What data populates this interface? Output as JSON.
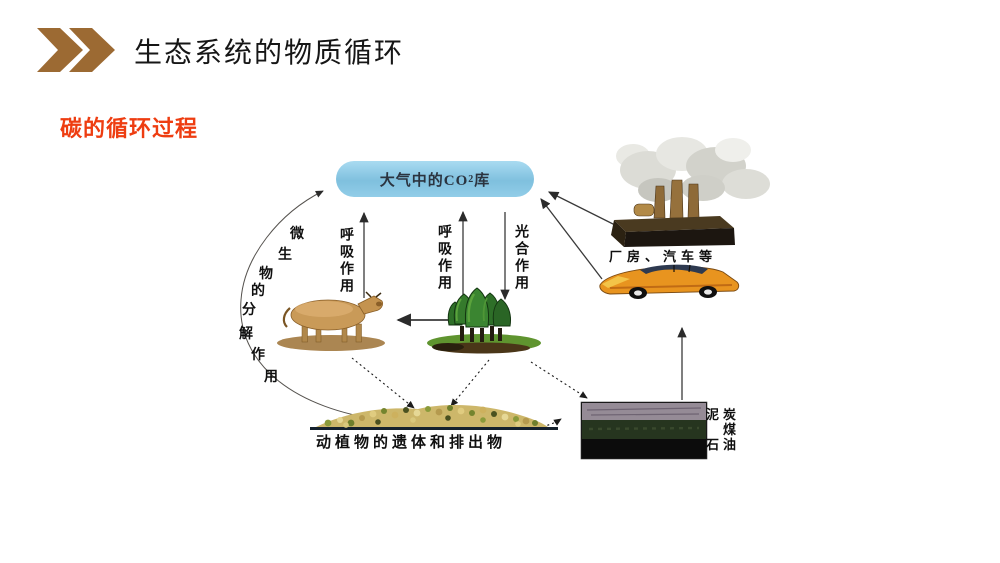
{
  "slide": {
    "title": "生态系统的物质循环",
    "subtitle": "碳的循环过程"
  },
  "diagram": {
    "co2_pool": {
      "prefix": "大气中的CO",
      "sub": "2",
      "suffix": "库"
    },
    "decomp_chars": [
      "微",
      "生",
      "物",
      "的",
      "分",
      "解",
      "作",
      "用"
    ],
    "labels": {
      "respiration_cow": "呼吸作用",
      "respiration_trees": "呼吸作用",
      "photosynthesis": "光合作用",
      "factory_car": "厂房、汽车等",
      "remains": "动植物的遗体和排出物",
      "fossil_line1": "泥炭",
      "fossil_line2": "煤",
      "fossil_line3": "石油"
    }
  },
  "colors": {
    "accent_brown": "#9c6a33",
    "subtitle_red": "#ee3d11",
    "co2_pool_blue": "#8ecbe8",
    "title_black": "#161616"
  }
}
